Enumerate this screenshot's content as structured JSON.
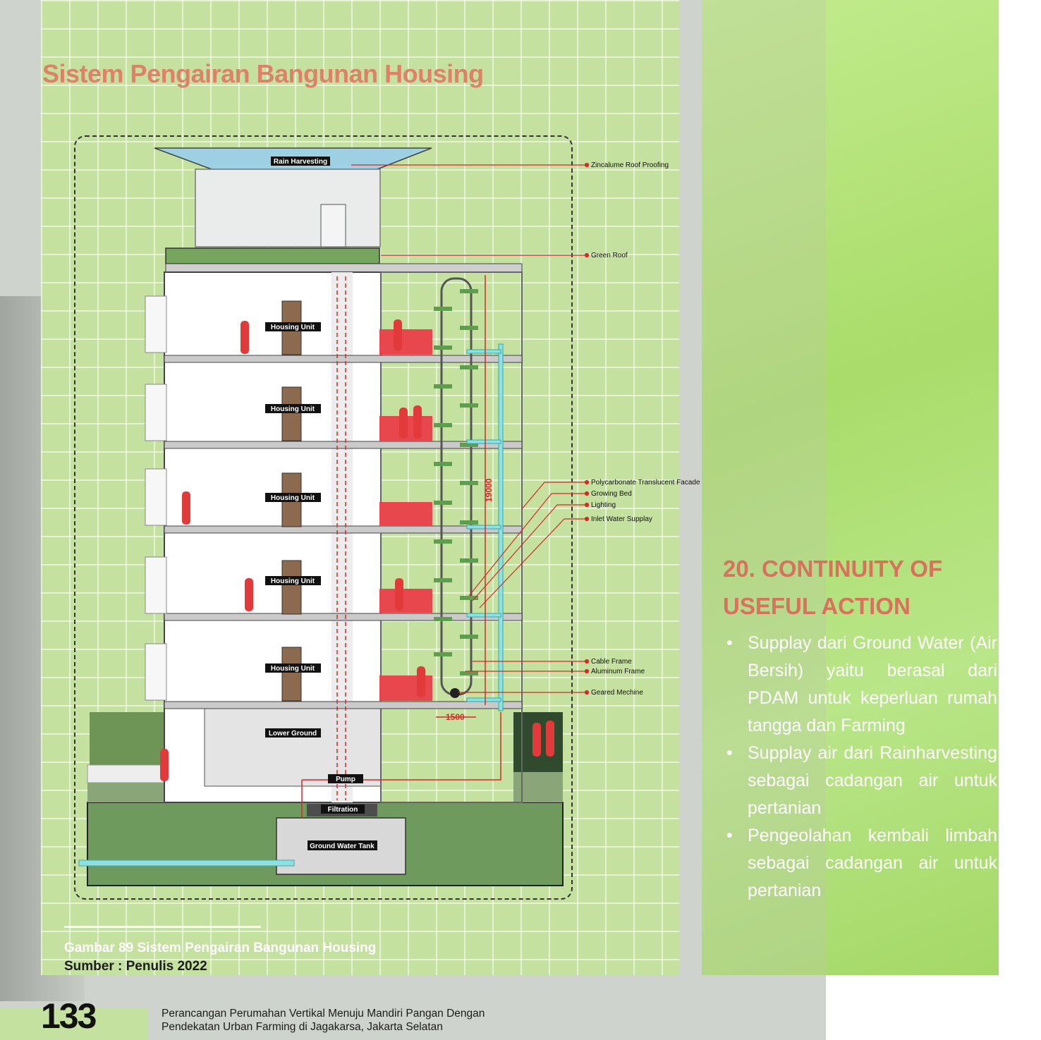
{
  "title": "Sistem Pengairan Bangunan Housing",
  "diagram": {
    "roof_label": "Rain Harvesting",
    "unit_label": "Housing Unit",
    "lower_ground_label": "Lower Ground",
    "pump_label": "Pump",
    "filtration_label": "Filtration",
    "tank_label": "Ground Water Tank",
    "dimension_height": "19000",
    "dimension_width": "1500",
    "callouts": [
      "Zincalume Roof Proofing",
      "Green Roof",
      "Polycarbonate Translucent Facade",
      "Growing Bed",
      "Lighting",
      "Inlet Water Supplay",
      "Cable Frame",
      "Aluminum Frame",
      "Geared Mechine"
    ]
  },
  "caption": "Gambar 89 Sistem Pengairan Bangunan Housing",
  "source": "Sumber : Penulis 2022",
  "section": {
    "heading": "20. CONTINUITY OF USEFUL ACTION",
    "bullets": [
      "Supplay dari Ground Water (Air Bersih) yaitu berasal dari PDAM untuk keperluan rumah tangga dan Farming",
      "Supplay air dari Rainharvesting sebagai cadangan air untuk pertanian",
      "Pengeolahan kembali limbah sebagai cadangan air untuk pertanian"
    ]
  },
  "footer": {
    "page_number": "133",
    "line1": "Perancangan Perumahan Vertikal Menuju Mandiri Pangan Dengan",
    "line2": "Pendekatan Urban Farming di Jagakarsa, Jakarta Selatan"
  },
  "colors": {
    "accent": "#df8168",
    "panel_green": "#c5e1a0",
    "bright_green": "#b3e379",
    "pipe": "#8fe0e3",
    "red": "#e23a3a"
  }
}
